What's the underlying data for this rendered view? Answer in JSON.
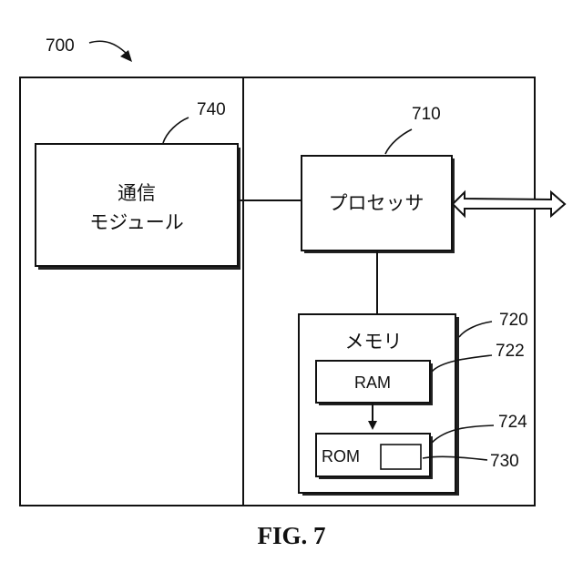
{
  "figure": {
    "caption": "FIG. 7",
    "system_ref": "700"
  },
  "blocks": {
    "comm_module": {
      "ref": "740",
      "label_line1": "通信",
      "label_line2": "モジュール"
    },
    "processor": {
      "ref": "710",
      "label": "プロセッサ"
    },
    "memory": {
      "ref": "720",
      "label": "メモリ"
    },
    "ram": {
      "ref": "722",
      "label": "RAM"
    },
    "rom": {
      "ref": "724",
      "label": "ROM"
    },
    "rom_item": {
      "ref": "730"
    }
  }
}
